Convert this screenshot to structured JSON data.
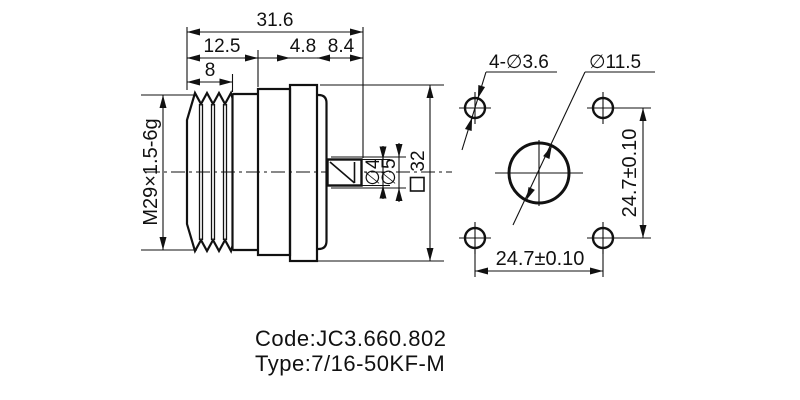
{
  "colors": {
    "ink": "#111111",
    "paper": "#ffffff"
  },
  "side_view": {
    "dims": {
      "total_length": "31.6",
      "front_length": "12.5",
      "thread_length": "8",
      "flange_thickness": "4.8",
      "rear_length": "8.4",
      "thread_spec": "M29×1.5-6g",
      "pin_diameter": "∅4",
      "insulator_diameter": "∅5",
      "flange_square": "32"
    }
  },
  "front_view": {
    "dims": {
      "mounting_holes": "4-∅3.6",
      "center_bore": "∅11.5",
      "hole_pitch_vertical": "24.7±0.10",
      "hole_pitch_horizontal": "24.7±0.10"
    }
  },
  "caption": {
    "code": "Code:JC3.660.802",
    "type": "Type:7/16-50KF-M"
  }
}
